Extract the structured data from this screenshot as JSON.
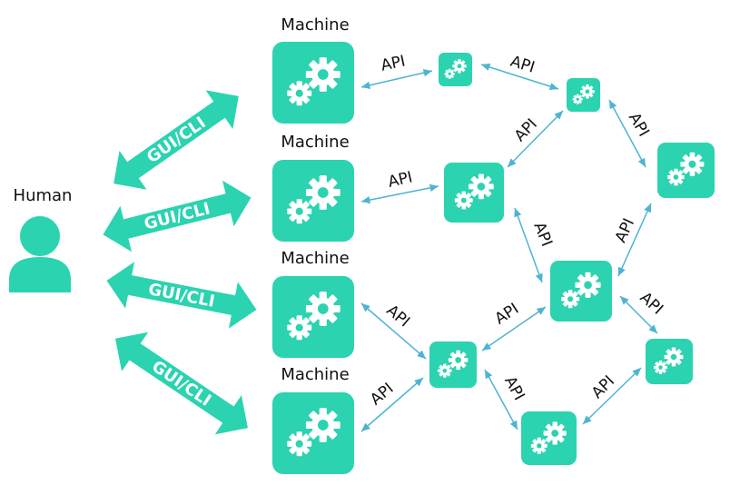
{
  "human": {
    "label": "Human"
  },
  "machines": [
    {
      "label": "Machine"
    },
    {
      "label": "Machine"
    },
    {
      "label": "Machine"
    },
    {
      "label": "Machine"
    }
  ],
  "gui_cli_label": "GUI/CLI",
  "api_label": "API",
  "colors": {
    "teal": "#2bd3b0",
    "api_line": "#4fb3d2",
    "white": "#ffffff"
  }
}
